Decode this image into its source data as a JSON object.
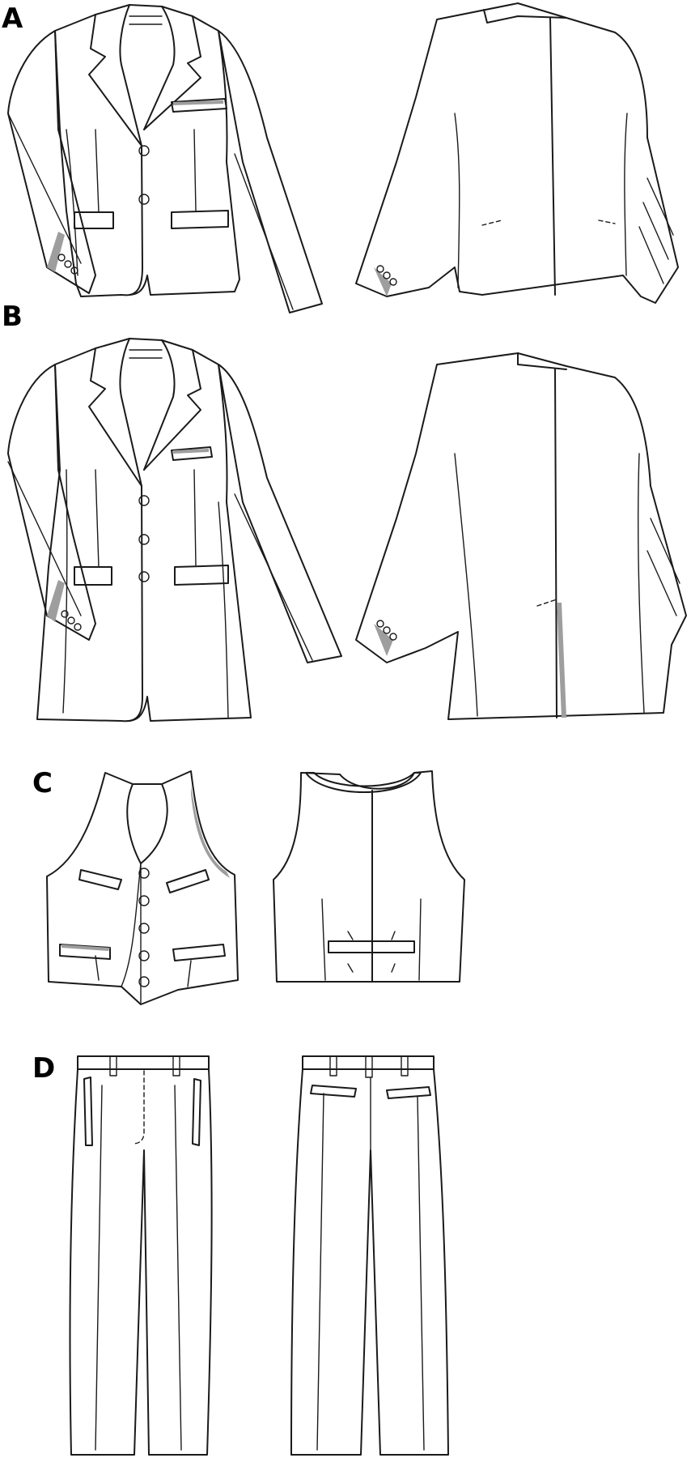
{
  "views": [
    {
      "label": "A",
      "front_fill": "#ffffff",
      "back_fill": "#bdbdbd",
      "front_icon": "jacket-front-icon",
      "back_icon": "jacket-back-icon"
    },
    {
      "label": "B",
      "front_fill": "#ffffff",
      "back_fill": "#bdbdbd",
      "front_icon": "long-jacket-front-icon",
      "back_icon": "long-jacket-back-icon"
    },
    {
      "label": "C",
      "front_fill": "#ffffff",
      "back_fill": "#9a9a9a",
      "front_icon": "vest-front-icon",
      "back_icon": "vest-back-icon"
    },
    {
      "label": "D",
      "front_fill": "#ffffff",
      "back_fill": "#bdbdbd",
      "front_icon": "trousers-front-icon",
      "back_icon": "trousers-back-icon"
    }
  ],
  "colors": {
    "line": "#1a1a1a",
    "shadow": "#9e9e9e",
    "light_gray": "#bdbdbd",
    "dark_gray": "#9a9a9a"
  }
}
